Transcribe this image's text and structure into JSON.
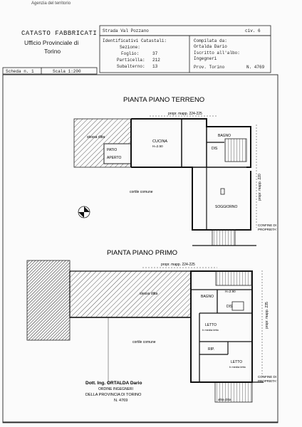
{
  "header": {
    "agency": "Agenzia del territorio",
    "catasto": "CATASTO FABBRICATI",
    "office": "Ufficio Provinciale di",
    "city": "Torino",
    "address": "Strada Val Pozzano",
    "civ": "civ. 6",
    "identificativi_title": "Identificativi Catastali:",
    "sezione_label": "Sezione:",
    "sezione_value": "",
    "foglio_label": "Foglio:",
    "foglio_value": "37",
    "particella_label": "Particella:",
    "particella_value": "212",
    "subalterno_label": "Subalterno:",
    "subalterno_value": "13",
    "compilata_label": "Compilata da:",
    "compilata_name": "Ortalda Dario",
    "iscritto_label": "Iscritto all'albo:",
    "iscritto_value": "Ingegneri",
    "prov_label": "Prov. Torino",
    "n_label": "N. 4769",
    "scheda_label": "Scheda n. 1",
    "scala_label": "Scala 1:200"
  },
  "plan_ground": {
    "title": "PIANTA PIANO TERRENO",
    "propr_top": "propr. mapp. 224-225",
    "propr_right": "propr. mapp. 220",
    "altra_ditta": "stessa ditta",
    "patio": "PATIO",
    "aperto": "APERTO",
    "cucina": "CUCINA",
    "cucina_h": "H=2.50",
    "bagno": "BAGNO",
    "dis": "DIS",
    "soggiorno": "SOGGIORNO",
    "cortile": "cortile comune",
    "confine": "CONFINE DI",
    "proprieta": "PROPRIETA'"
  },
  "plan_first": {
    "title": "PIANTA PIANO PRIMO",
    "propr_top": "propr. mapp. 224-225",
    "propr_right": "propr. mapp. 235",
    "stessa_ditta": "stessa ditta",
    "bagno": "BAGNO",
    "h_label": "H=2.90",
    "dis": "DIS",
    "letto1": "LETTO",
    "letto1_sub": "h media\nletto",
    "rip": "RIP.",
    "letto2": "LETTO",
    "letto2_sub": "h media\nletto",
    "cortile": "cortile comune",
    "confine": "CONFINE DI",
    "proprieta": "PROPRIETA'",
    "altra_ditta": "altra ditta"
  },
  "stamp": {
    "line1": "Dott. Ing. ORTALDA Dario",
    "line2": "ORDINE INGEGNERI",
    "line3": "DELLA PROVINCIA DI TORINO",
    "line4": "N. 4769"
  }
}
